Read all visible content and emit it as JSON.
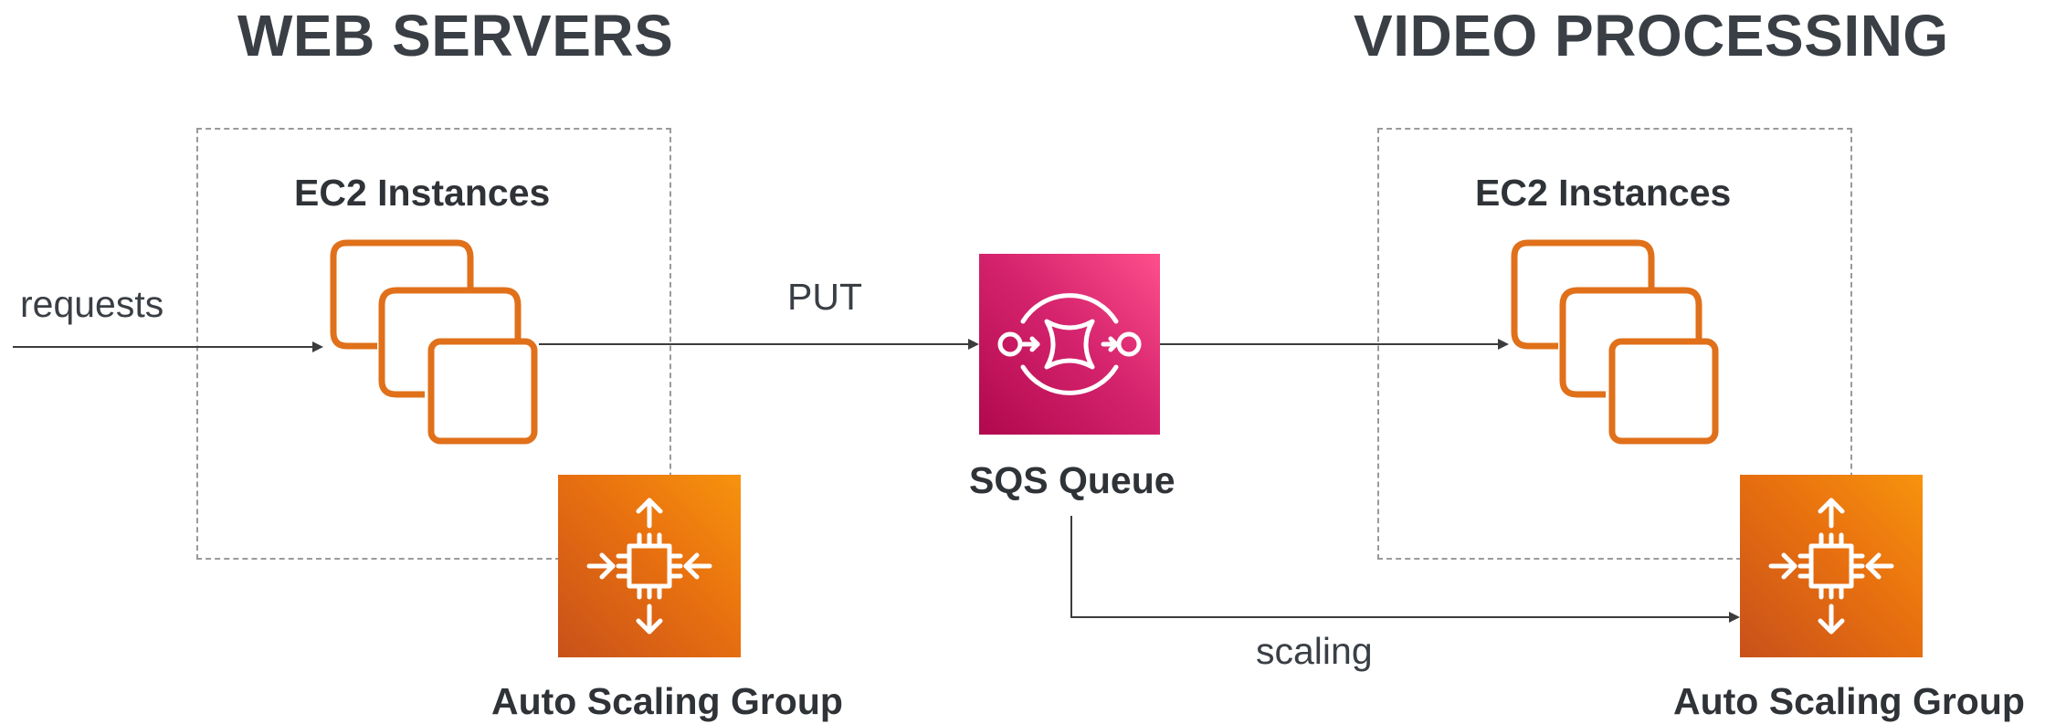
{
  "headings": {
    "left": "WEB SERVERS",
    "right": "VIDEO PROCESSING"
  },
  "web_servers": {
    "instances_label": "EC2 Instances",
    "asg_label": "Auto Scaling Group",
    "instance_icon": "ec2-instances-icon",
    "asg_icon": "auto-scaling-icon"
  },
  "video_processing": {
    "instances_label": "EC2 Instances",
    "asg_label": "Auto Scaling Group",
    "instance_icon": "ec2-instances-icon",
    "asg_icon": "auto-scaling-icon"
  },
  "queue": {
    "label": "SQS Queue",
    "icon": "sqs-queue-icon"
  },
  "edges": {
    "requests": "requests",
    "put": "PUT",
    "scaling": "scaling"
  },
  "colors": {
    "ec2_orange": "#E0701A",
    "asg_orange": "#E8700F",
    "sqs_pink": "#D6246E",
    "heading": "#3A3F45",
    "arrow": "#3C3C3C",
    "dashed_border": "#9A9A9A"
  }
}
